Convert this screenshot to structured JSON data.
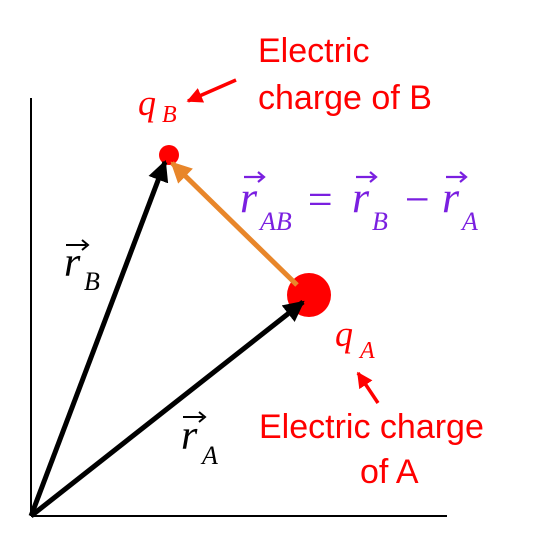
{
  "colors": {
    "axis": "#000000",
    "position_vector": "#000000",
    "relative_vector": "#E8862A",
    "charge": "#FF0000",
    "label_red": "#FF0000",
    "equation": "#7A1FE0"
  },
  "labels": {
    "qB": {
      "symbol": "q",
      "subscript": "B"
    },
    "qA": {
      "symbol": "q",
      "subscript": "A"
    },
    "rB": {
      "symbol": "r",
      "subscript": "B"
    },
    "rA": {
      "symbol": "r",
      "subscript": "A"
    },
    "charge_b_line1": "Electric",
    "charge_b_line2": "charge of B",
    "charge_a_line1": "Electric charge",
    "charge_a_line2": "of A"
  },
  "equation": {
    "lhs": {
      "symbol": "r",
      "subscript": "AB"
    },
    "equals": "=",
    "term1": {
      "symbol": "r",
      "subscript": "B"
    },
    "minus": "−",
    "term2": {
      "symbol": "r",
      "subscript": "A"
    }
  },
  "icons": [
    "vector-arrow-icon"
  ]
}
